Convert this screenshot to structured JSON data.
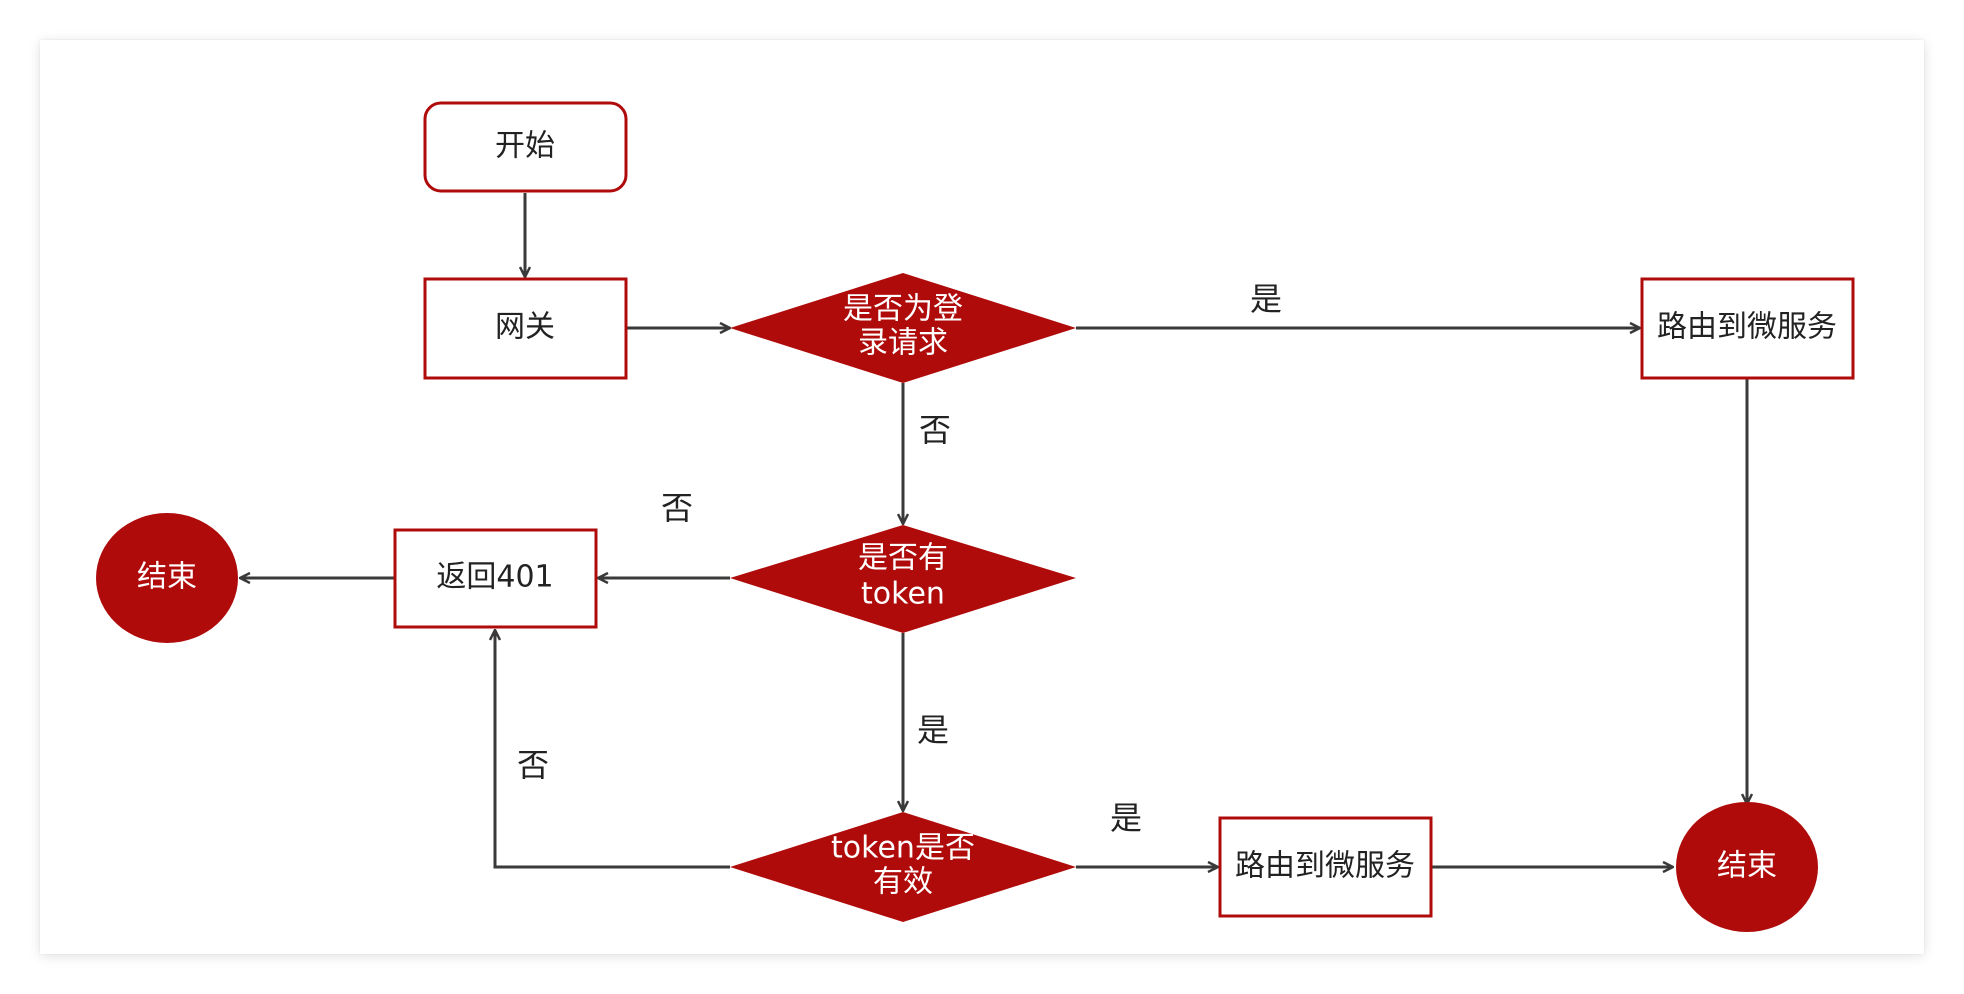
{
  "colors": {
    "accent": "#b00b0b",
    "box_border": "#b00b0b",
    "box_fill": "#ffffff",
    "dark_text": "#222222",
    "light_text": "#ffffff",
    "edge": "#3a3a3a"
  },
  "nodes": {
    "start": "开始",
    "gateway": "网关",
    "is_login": [
      "是否为登",
      "录请求"
    ],
    "route_top": "路由到微服务",
    "has_token": [
      "是否有",
      "token"
    ],
    "return_401": "返回401",
    "end_left": "结束",
    "token_valid": [
      "token是否",
      "有效"
    ],
    "route_bottom": "路由到微服务",
    "end_right": "结束"
  },
  "edge_labels": {
    "login_yes": "是",
    "login_no": "否",
    "token_no": "否",
    "token_yes": "是",
    "valid_no": "否",
    "valid_yes": "是"
  }
}
